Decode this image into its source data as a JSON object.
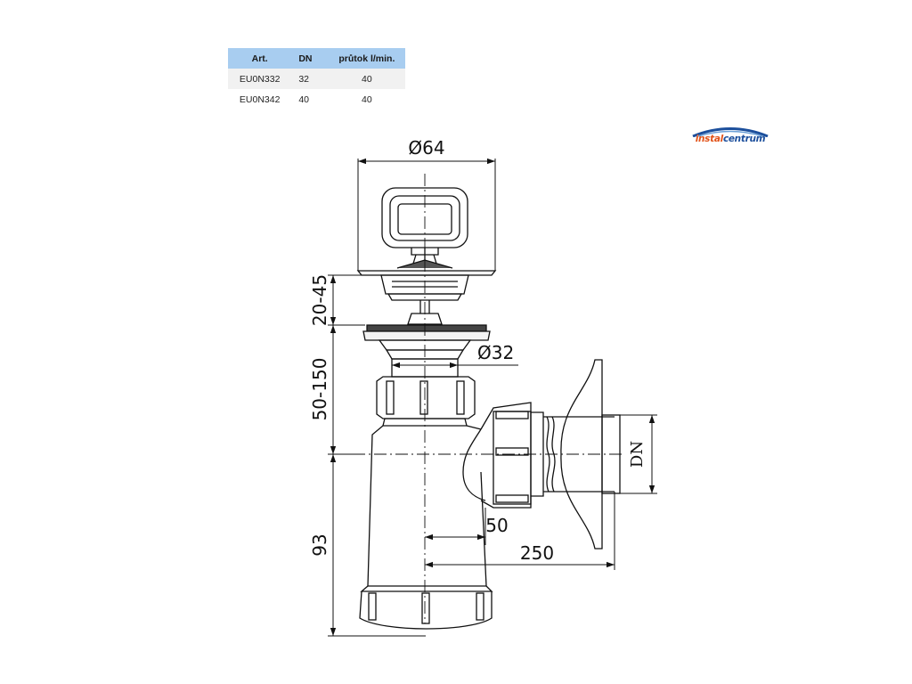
{
  "table": {
    "headers": [
      "Art.",
      "DN",
      "průtok l/min."
    ],
    "rows": [
      [
        "EU0N332",
        "32",
        "40"
      ],
      [
        "EU0N342",
        "40",
        "40"
      ]
    ]
  },
  "logo": {
    "part1": "instal",
    "part2": "centrum",
    "colors": {
      "part1": "#e2541b",
      "part2": "#1c4f9c"
    }
  },
  "drawing": {
    "dim_top_diameter": "Ø64",
    "dim_drain_diameter": "Ø32",
    "dim_plug_range": "20-45",
    "dim_body_range": "50-150",
    "dim_height": "93",
    "dim_outlet_offset": "50",
    "dim_outlet_length": "250",
    "dim_outlet_dn": "DN"
  }
}
